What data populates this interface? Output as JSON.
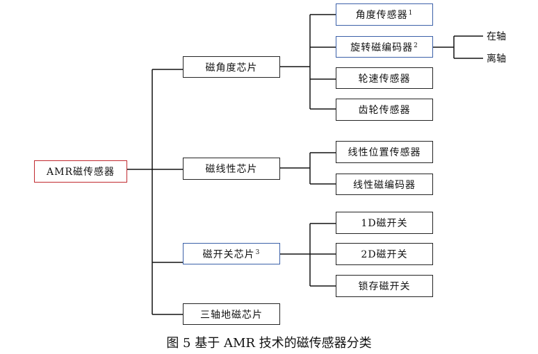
{
  "root": {
    "label": "AMR磁传感器"
  },
  "level2": [
    {
      "label": "磁角度芯片",
      "sup": ""
    },
    {
      "label": "磁线性芯片",
      "sup": ""
    },
    {
      "label": "磁开关芯片",
      "sup": "3"
    },
    {
      "label": "三轴地磁芯片",
      "sup": ""
    }
  ],
  "angle_children": [
    {
      "label": "角度传感器",
      "sup": "1"
    },
    {
      "label": "旋转磁编码器",
      "sup": "2"
    },
    {
      "label": "轮速传感器",
      "sup": ""
    },
    {
      "label": "齿轮传感器",
      "sup": ""
    }
  ],
  "encoder_children": [
    "在轴",
    "离轴"
  ],
  "linear_children": [
    "线性位置传感器",
    "线性磁编码器"
  ],
  "switch_children": [
    "1D磁开关",
    "2D磁开关",
    "锁存磁开关"
  ],
  "caption": "图 5  基于 AMR 技术的磁传感器分类",
  "colors": {
    "root_border": "#c0282d",
    "highlight_border": "#3a5fa8",
    "default_border": "#222222"
  }
}
